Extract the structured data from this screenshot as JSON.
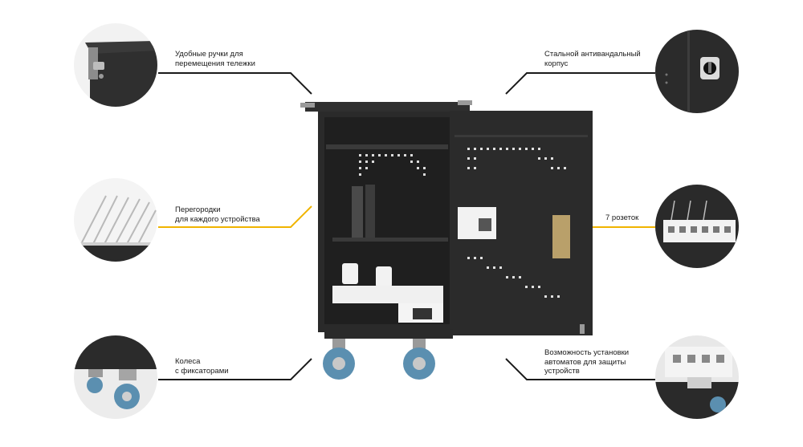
{
  "callouts": {
    "handles": {
      "line1": "Удобные ручки для",
      "line2": "перемещения тележки",
      "highlight": false
    },
    "dividers": {
      "line1": "Перегородки",
      "line2": "для каждого устройства",
      "highlight": true
    },
    "wheels": {
      "line1": "Колеса",
      "line2": "с фиксаторами",
      "highlight": false
    },
    "body": {
      "line1": "Стальной антивандальный",
      "line2": "корпус",
      "highlight": false
    },
    "sockets": {
      "line1": "7 розеток",
      "highlight": true
    },
    "breakers": {
      "line1": "Возможность установки",
      "line2": "автоматов для защиты",
      "line3": "устройств",
      "highlight": false
    }
  },
  "colors": {
    "accent_line": "#f0b400",
    "dark_line": "#1a1a1a",
    "cabinet": "#2b2b2b",
    "cabinet_edge": "#1b1b1b",
    "wheel": "#5b8fb0"
  }
}
